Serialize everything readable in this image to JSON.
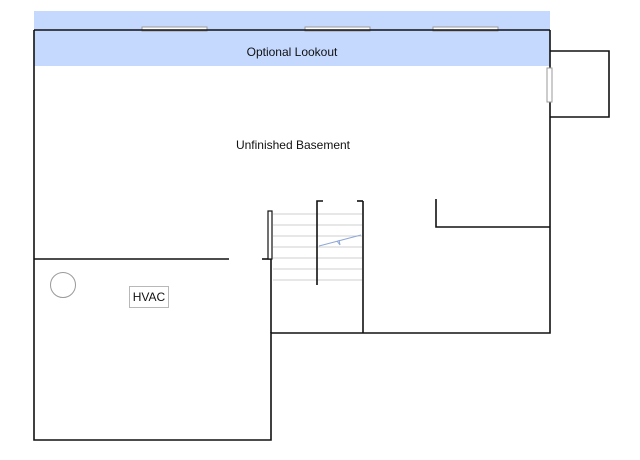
{
  "rooms": {
    "lookout": {
      "label": "Optional Lookout",
      "fill": "#c5d9ff"
    },
    "basement": {
      "label": "Unfinished Basement"
    },
    "hvac": {
      "label": "HVAC"
    }
  },
  "colors": {
    "wall": "#111111",
    "window": "#9a9a9a",
    "stair_tread": "#cfcfcf",
    "stair_arrow": "#8ea8d8"
  },
  "icons": {
    "water_heater": "circle-outline",
    "stair_direction": "diagonal-arrow"
  }
}
